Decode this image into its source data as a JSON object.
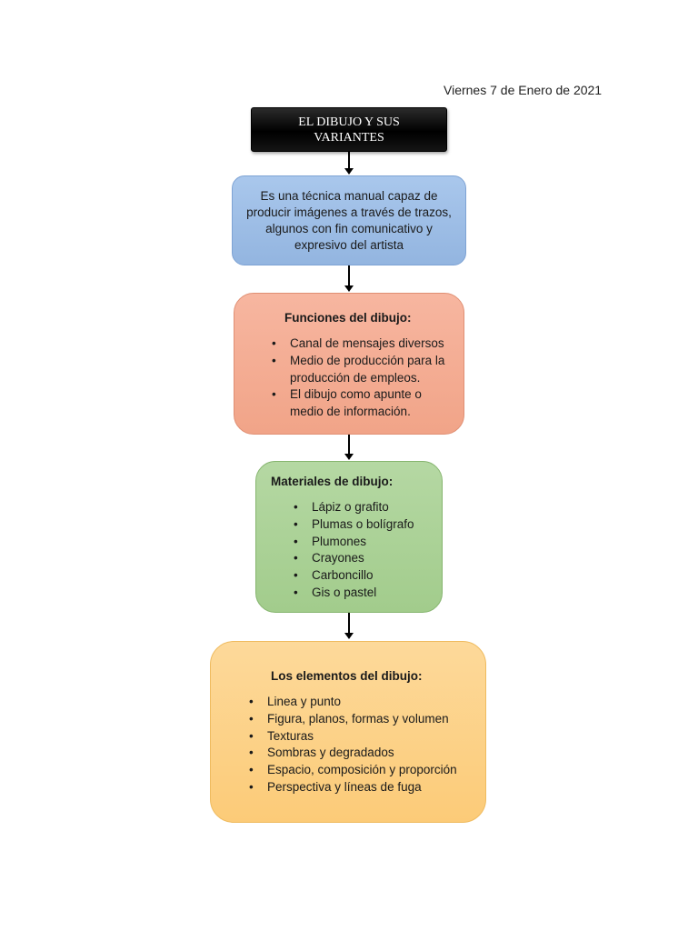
{
  "date": "Viernes 7 de Enero de 2021",
  "title": "EL DIBUJO Y SUS VARIANTES",
  "definition": "Es una técnica manual capaz de producir imágenes a través de trazos, algunos con fin comunicativo y expresivo del artista",
  "funciones": {
    "heading": "Funciones del dibujo:",
    "items": [
      "Canal de mensajes diversos",
      "Medio de producción para la producción de empleos.",
      "El dibujo como apunte o medio de información."
    ]
  },
  "materiales": {
    "heading": "Materiales de dibujo:",
    "items": [
      "Lápiz o grafito",
      "Plumas o bolígrafo",
      "Plumones",
      "Crayones",
      "Carboncillo",
      "Gis o pastel"
    ]
  },
  "elementos": {
    "heading": "Los elementos del dibujo:",
    "items": [
      "Linea y punto",
      "Figura, planos, formas y volumen",
      "Texturas",
      "Sombras y degradados",
      "Espacio, composición y proporción",
      "Perspectiva y líneas de fuga"
    ]
  },
  "colors": {
    "title_bg": "#000000",
    "definition_bg": "#9dbde6",
    "funciones_bg": "#f4ad94",
    "materiales_bg": "#abd297",
    "elementos_bg": "#fdd288"
  }
}
